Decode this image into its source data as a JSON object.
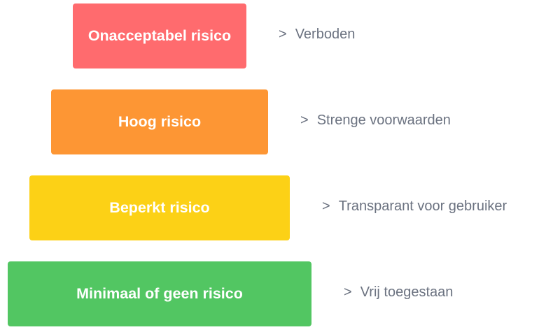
{
  "pyramid": {
    "tiers": [
      {
        "label": "Onacceptabel risico",
        "description": "Verboden",
        "color": "#ff6b6e"
      },
      {
        "label": "Hoog risico",
        "description": "Strenge voorwaarden",
        "color": "#fd9634"
      },
      {
        "label": "Beperkt risico",
        "description": "Transparant voor gebruiker",
        "color": "#fcd116"
      },
      {
        "label": "Minimaal of geen risico",
        "description": "Vrij toegestaan",
        "color": "#52c662"
      }
    ],
    "arrow_symbol": ">"
  }
}
